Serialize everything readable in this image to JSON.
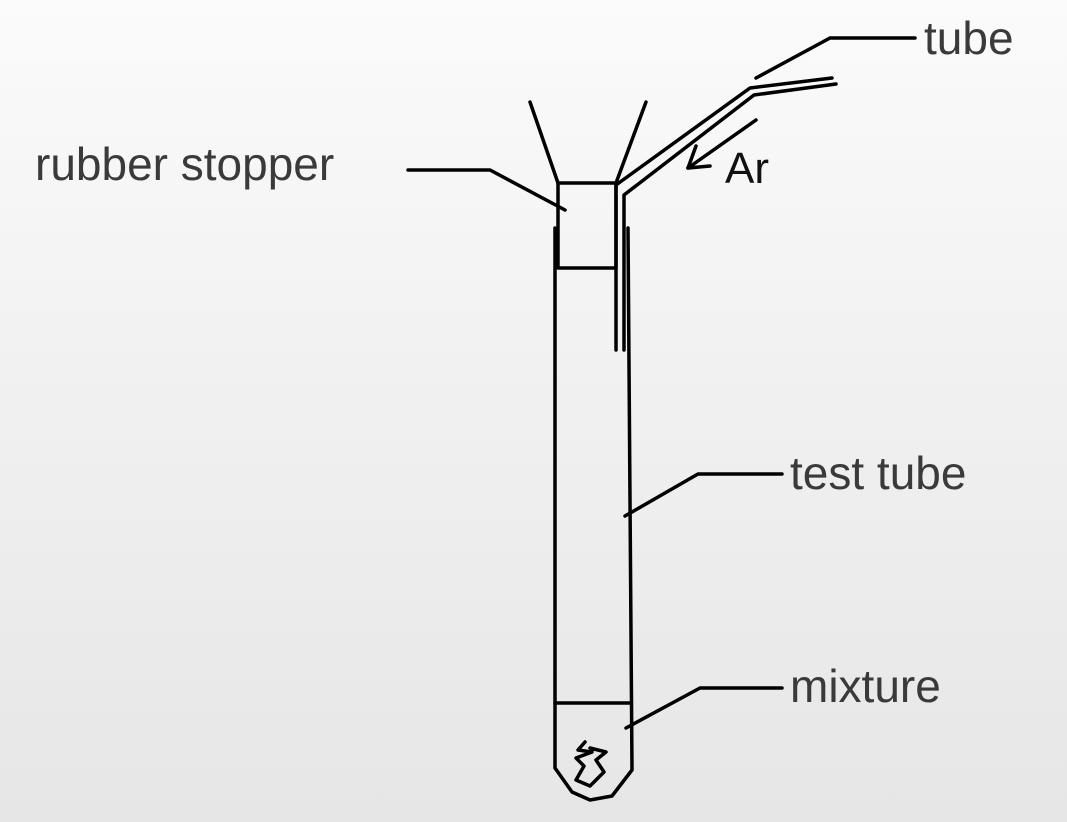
{
  "labels": {
    "tube": "tube",
    "rubber_stopper": "rubber stopper",
    "gas": "Ar",
    "test_tube": "test tube",
    "mixture": "mixture"
  },
  "colors": {
    "line": "#000000",
    "label_text": "#3a3a3a",
    "gas_text": "#111111"
  }
}
